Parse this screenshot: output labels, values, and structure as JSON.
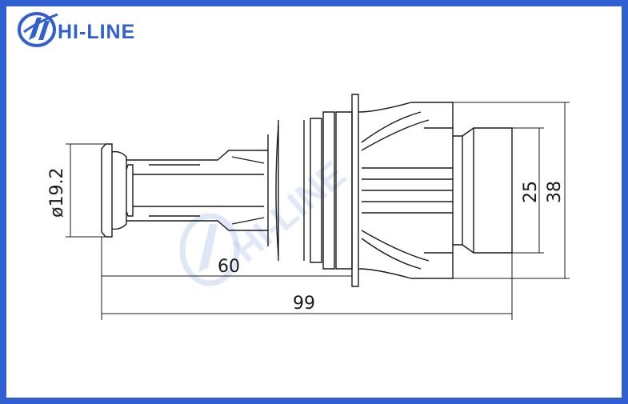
{
  "brand": {
    "name": "HI-LINE",
    "color": "#2f5fd0"
  },
  "watermark": {
    "text": "HI-LINE"
  },
  "dimensions": {
    "base_diameter": "ø19.2",
    "base_to_flange": "60",
    "overall_length": "99",
    "body_height": "25",
    "fin_height": "38"
  },
  "colors": {
    "line": "#1a1a1a",
    "frame": "#2f5fd0",
    "watermark": "#bcd0ee"
  }
}
